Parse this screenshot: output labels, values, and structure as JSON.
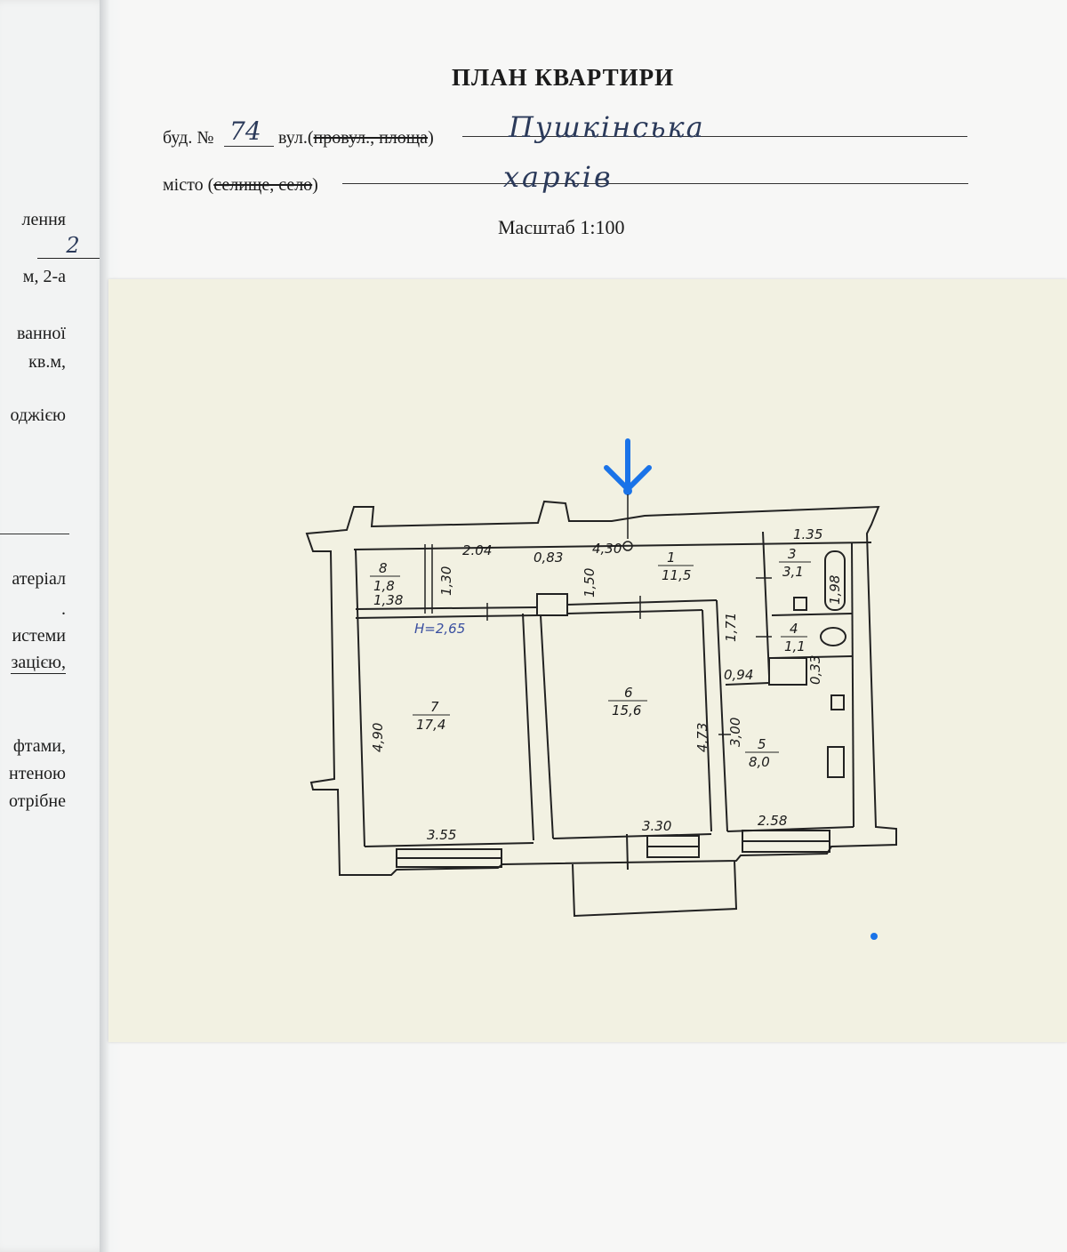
{
  "left_page": {
    "fragments": [
      "лення",
      "2",
      "м, 2-а",
      "ванної",
      "кв.м,",
      "оджією",
      "атеріал",
      ".",
      "истеми",
      "зацією,",
      "фтами,",
      "нтеною",
      "отрібне"
    ]
  },
  "header": {
    "title": "ПЛАН КВАРТИРИ",
    "building_label": "буд. №",
    "building_number": "74",
    "street_label": "вул.(",
    "street_strike": "провул., площа",
    "street_close": ")",
    "street_value": "Пушкінська",
    "city_label": "місто (",
    "city_strike": "селище, село",
    "city_close": ")",
    "city_value": "харків",
    "scale": "Масштаб 1:100"
  },
  "floor_plan": {
    "ceiling_height": "H=2,65",
    "rooms": [
      {
        "number": "1",
        "area": "11,5"
      },
      {
        "number": "3",
        "area": "3,1"
      },
      {
        "number": "4",
        "area": "1,1"
      },
      {
        "number": "5",
        "area": "8,0"
      },
      {
        "number": "6",
        "area": "15,6"
      },
      {
        "number": "7",
        "area": "17,4"
      },
      {
        "number": "8",
        "area": "1,8"
      }
    ],
    "dimensions": [
      "2.04",
      "0,83",
      "4,30",
      "1.35",
      "1,98",
      "1,30",
      "1,50",
      "1,38",
      "1,71",
      "0,94",
      "0,33",
      "4,90",
      "4,73",
      "3,00",
      "3.55",
      "3.30",
      "2.58"
    ],
    "annotation_color": "#1a73e8"
  }
}
